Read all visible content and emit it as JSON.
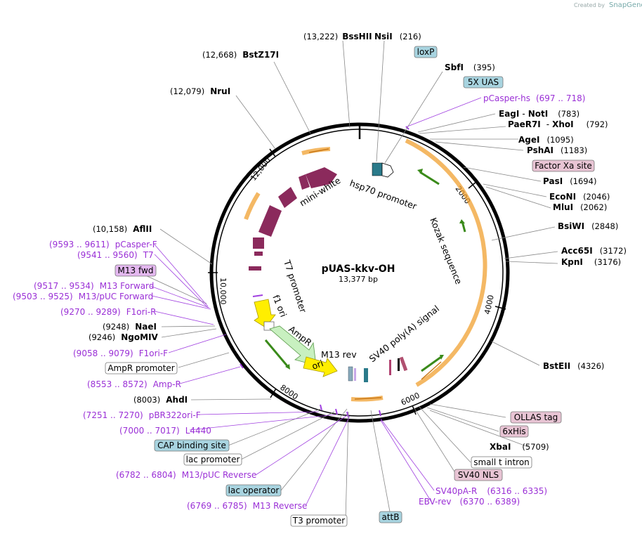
{
  "brand": {
    "created_by": "Created by",
    "name": "SnapGene"
  },
  "plasmid": {
    "name": "pUAS-kkv-OH",
    "length": "13,377 bp"
  },
  "ticks": [
    "2000",
    "4000",
    "6000",
    "8000",
    "10,000",
    "12,000"
  ],
  "enzymes": [
    {
      "id": "bsshii",
      "pos": "(13,222)",
      "name": "BssHII"
    },
    {
      "id": "nsii",
      "pos": "(216)",
      "name": "NsiI"
    },
    {
      "id": "bstz17i",
      "pos": "(12,668)",
      "name": "BstZ17I"
    },
    {
      "id": "sbfi",
      "pos": "(395)",
      "name": "SbfI"
    },
    {
      "id": "nrui",
      "pos": "(12,079)",
      "name": "NruI"
    },
    {
      "id": "eagi",
      "pos": "(783)",
      "name": "EagI",
      "name2": "NotI"
    },
    {
      "id": "paer7i",
      "pos": "(792)",
      "name": "PaeR7I",
      "name2": "XhoI"
    },
    {
      "id": "agei",
      "pos": "(1095)",
      "name": "AgeI"
    },
    {
      "id": "pshai",
      "pos": "(1183)",
      "name": "PshAI"
    },
    {
      "id": "pasi",
      "pos": "(1694)",
      "name": "PasI"
    },
    {
      "id": "econi",
      "pos": "(2046)",
      "name": "EcoNI"
    },
    {
      "id": "mlui",
      "pos": "(2062)",
      "name": "MluI"
    },
    {
      "id": "bsiwi",
      "pos": "(2848)",
      "name": "BsiWI"
    },
    {
      "id": "acc65i",
      "pos": "(3172)",
      "name": "Acc65I"
    },
    {
      "id": "kpni",
      "pos": "(3176)",
      "name": "KpnI"
    },
    {
      "id": "afliii",
      "pos": "(10,158)",
      "name": "AflII"
    },
    {
      "id": "naei",
      "pos": "(9248)",
      "name": "NaeI"
    },
    {
      "id": "ngomiv",
      "pos": "(9246)",
      "name": "NgoMIV"
    },
    {
      "id": "bsteii",
      "pos": "(4326)",
      "name": "BstEII"
    },
    {
      "id": "ahdi",
      "pos": "(8003)",
      "name": "AhdI"
    },
    {
      "id": "xbai",
      "pos": "(5709)",
      "name": "XbaI"
    }
  ],
  "primers": [
    {
      "id": "pcasper_hs",
      "name": "pCasper-hs",
      "pos": "(697 .. 718)"
    },
    {
      "id": "pcasper_f",
      "name": "pCasper-F",
      "pos": "(9593 .. 9611)"
    },
    {
      "id": "t7",
      "name": "T7",
      "pos": "(9541 .. 9560)"
    },
    {
      "id": "m13fwd_b",
      "name": "M13 Forward",
      "pos": "(9517 .. 9534)"
    },
    {
      "id": "m13puc_f",
      "name": "M13/pUC Forward",
      "pos": "(9503 .. 9525)"
    },
    {
      "id": "f1ori_r",
      "name": "F1ori-R",
      "pos": "(9270 .. 9289)"
    },
    {
      "id": "f1ori_f",
      "name": "F1ori-F",
      "pos": "(9058 .. 9079)"
    },
    {
      "id": "amp_r",
      "name": "Amp-R",
      "pos": "(8553 .. 8572)"
    },
    {
      "id": "pbr322",
      "name": "pBR322ori-F",
      "pos": "(7251 .. 7270)"
    },
    {
      "id": "l4440",
      "name": "L4440",
      "pos": "(7000 .. 7017)"
    },
    {
      "id": "m13puc_r",
      "name": "M13/pUC Reverse",
      "pos": "(6782 .. 6804)"
    },
    {
      "id": "m13rev",
      "name": "M13 Reverse",
      "pos": "(6769 .. 6785)"
    },
    {
      "id": "sv40pa_r",
      "name": "SV40pA-R",
      "pos": "(6316 .. 6335)"
    },
    {
      "id": "ebv_rev",
      "name": "EBV-rev",
      "pos": "(6370 .. 6389)"
    }
  ],
  "feature_boxes": [
    {
      "id": "loxp",
      "label": "loxP",
      "color": "#a8d4e0"
    },
    {
      "id": "uas",
      "label": "5X UAS",
      "color": "#a8d4e0"
    },
    {
      "id": "factorxa",
      "label": "Factor Xa site",
      "color": "#e8c4d4"
    },
    {
      "id": "m13fwd",
      "label": "M13 fwd",
      "color": "#e4b8f0"
    },
    {
      "id": "amppromoter",
      "label": "AmpR promoter",
      "color": "#ffffff"
    },
    {
      "id": "cap",
      "label": "CAP binding site",
      "color": "#a8d4e0"
    },
    {
      "id": "lacprom",
      "label": "lac promoter",
      "color": "#ffffff"
    },
    {
      "id": "lacop",
      "label": "lac operator",
      "color": "#a8d4e0"
    },
    {
      "id": "t3",
      "label": "T3 promoter",
      "color": "#ffffff"
    },
    {
      "id": "attb",
      "label": "attB",
      "color": "#a8d4e0"
    },
    {
      "id": "ollas",
      "label": "OLLAS tag",
      "color": "#e8c4d4"
    },
    {
      "id": "sixhis",
      "label": "6xHis",
      "color": "#e8c4d4"
    },
    {
      "id": "smallt",
      "label": "small t intron",
      "color": "#ffffff"
    },
    {
      "id": "sv40nls",
      "label": "SV40 NLS",
      "color": "#e8c4d4"
    }
  ],
  "inner_labels": {
    "hsp70": "hsp70 promoter",
    "miniwhite": "mini-white",
    "kozak": "Kozak sequence",
    "t7prom": "T7 promoter",
    "f1ori": "f1 ori",
    "ampr": "AmpR",
    "m13rev": "M13 rev",
    "ori": "ori",
    "sv40": "SV40 poly(A) signal"
  },
  "colors": {
    "purple": "#9a2fd6",
    "orange": "#f0a030",
    "maroon": "#8b2a5c",
    "green": "#3a8a1a",
    "yellow": "#ffee00",
    "ampr": "#c8f0c0"
  }
}
